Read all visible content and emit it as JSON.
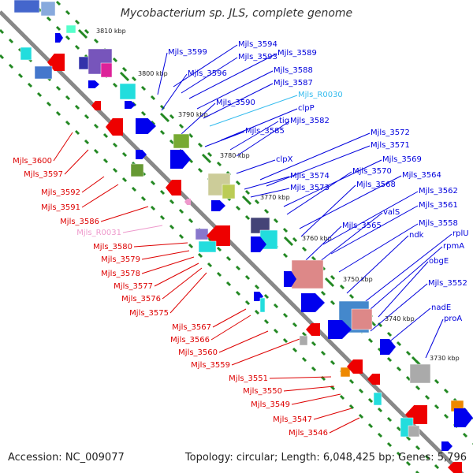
{
  "title": "Mycobacterium sp. JLS, complete genome",
  "footer": {
    "accession": "Accession: NC_009077",
    "topology": "Topology: circular; Length: 6,048,425 bp; Genes: 5,796"
  },
  "colors": {
    "forward_label": "#0000dd",
    "reverse_label": "#dd0000",
    "rna_forward_label": "#33bbee",
    "rna_reverse_label": "#ee99cc",
    "forward_gene": "#0000ee",
    "reverse_gene": "#ee0000",
    "tick": "#228822",
    "backbone": "#888888"
  },
  "ticks": [
    "3810 kbp",
    "3800 kbp",
    "3790 kbp",
    "3780 kbp",
    "3770 kbp",
    "3760 kbp",
    "3750 kbp",
    "3740 kbp",
    "3730 kbp"
  ],
  "labels_forward": [
    "Mjls_3599",
    "Mjls_3594",
    "Mjls_3593",
    "Mjls_3589",
    "Mjls_3596",
    "Mjls_3588",
    "Mjls_3587",
    "Mjls_R0030",
    "Mjls_3590",
    "clpP",
    "tig",
    "Mjls_3582",
    "Mjls_3585",
    "Mjls_3572",
    "Mjls_3571",
    "clpX",
    "Mjls_3569",
    "Mjls_3570",
    "Mjls_3574",
    "Mjls_3564",
    "Mjls_3568",
    "Mjls_3573",
    "Mjls_3562",
    "valS",
    "Mjls_3561",
    "Mjls_3565",
    "Mjls_3558",
    "ndk",
    "rplU",
    "rpmA",
    "obgE",
    "Mjls_3552",
    "nadE",
    "proA"
  ],
  "labels_reverse": [
    "Mjls_3600",
    "Mjls_3597",
    "Mjls_3592",
    "Mjls_3591",
    "Mjls_3586",
    "Mjls_R0031",
    "Mjls_3580",
    "Mjls_3579",
    "Mjls_3578",
    "Mjls_3577",
    "Mjls_3576",
    "Mjls_3575",
    "Mjls_3567",
    "Mjls_3566",
    "Mjls_3560",
    "Mjls_3559",
    "Mjls_3551",
    "Mjls_3550",
    "Mjls_3549",
    "Mjls_3547",
    "Mjls_3546"
  ]
}
